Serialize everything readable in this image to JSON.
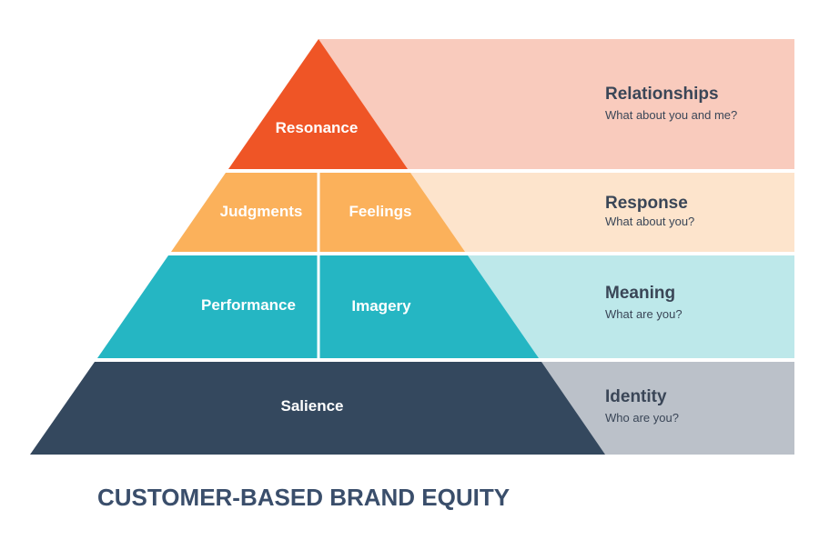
{
  "title": "CUSTOMER-BASED BRAND EQUITY",
  "levels": [
    {
      "band_title": "Relationships",
      "band_question": "What about you and me?",
      "blocks": [
        "Resonance"
      ],
      "pyramid_color": "#ef5526",
      "band_color": "#f9cbbd"
    },
    {
      "band_title": "Response",
      "band_question": "What about you?",
      "blocks": [
        "Judgments",
        "Feelings"
      ],
      "pyramid_color": "#fbb15b",
      "band_color": "#fde4cc"
    },
    {
      "band_title": "Meaning",
      "band_question": "What are you?",
      "blocks": [
        "Performance",
        "Imagery"
      ],
      "pyramid_color": "#25b6c3",
      "band_color": "#bde8ea"
    },
    {
      "band_title": "Identity",
      "band_question": "Who are you?",
      "blocks": [
        "Salience"
      ],
      "pyramid_color": "#34485e",
      "band_color": "#bbc1c9"
    }
  ]
}
